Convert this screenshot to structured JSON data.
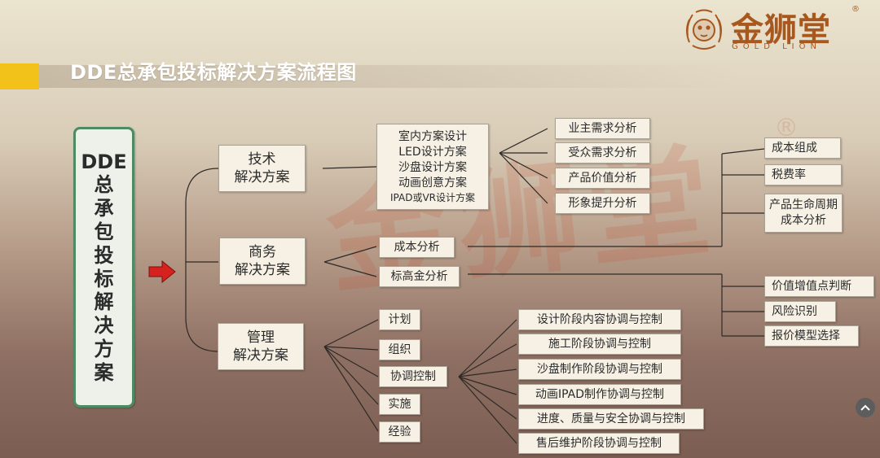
{
  "header": {
    "title": "DDE总承包投标解决方案流程图",
    "logo_text": "金狮堂",
    "logo_subtext": "GOLD LION",
    "registered": "®"
  },
  "watermark": "金狮堂",
  "root": [
    "DDE",
    "总",
    "承",
    "包",
    "投",
    "标",
    "解",
    "决",
    "方",
    "案"
  ],
  "branches": {
    "tech": {
      "label": [
        "技术",
        "解决方案"
      ],
      "plans": [
        "室内方案设计",
        "LED设计方案",
        "沙盘设计方案",
        "动画创意方案",
        "IPAD或VR设计方案"
      ],
      "analyses": [
        "业主需求分析",
        "受众需求分析",
        "产品价值分析",
        "形象提升分析"
      ]
    },
    "business": {
      "label": [
        "商务",
        "解决方案"
      ],
      "items": [
        "成本分析",
        "标高金分析"
      ],
      "cost_items": [
        "成本组成",
        "税费率",
        "产品生命周期成本分析"
      ],
      "premium_items": [
        "价值增值点判断",
        "风险识别",
        "报价模型选择"
      ]
    },
    "management": {
      "label": [
        "管理",
        "解决方案"
      ],
      "items": [
        "计划",
        "组织",
        "协调控制",
        "实施",
        "经验"
      ],
      "coordination": [
        "设计阶段内容协调与控制",
        "施工阶段协调与控制",
        "沙盘制作阶段协调与控制",
        "动画IPAD制作协调与控制",
        "进度、质量与安全协调与控制",
        "售后维护阶段协调与控制"
      ]
    }
  },
  "colors": {
    "accent_yellow": "#f2c21b",
    "root_border": "#4f8a62",
    "arrow": "#d6221e",
    "logo": "#a8581f"
  }
}
